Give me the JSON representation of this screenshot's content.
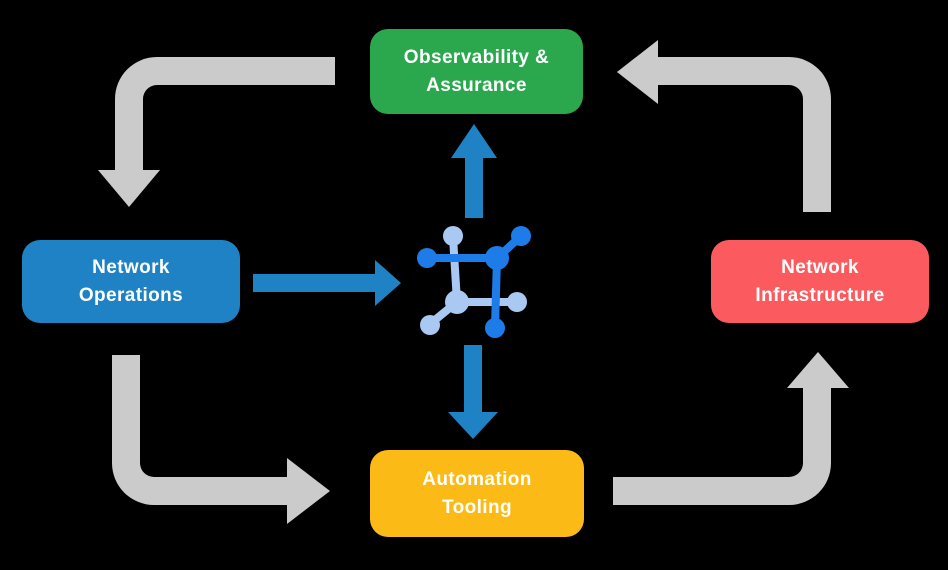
{
  "colors": {
    "background": "#000000",
    "cycle_arrow": "#CBCBCB",
    "flow_arrow": "#1E82C4",
    "icon_dark": "#1E7CE8",
    "icon_light": "#A9C9F3",
    "label_text": "#FFFFFF"
  },
  "nodes": {
    "observability": {
      "label": "Observability & Assurance",
      "line1": "Observability &",
      "line2": "Assurance",
      "color": "#2BA84E"
    },
    "operations": {
      "label": "Network Operations",
      "line1": "Network",
      "line2": "Operations",
      "color": "#1E82C4"
    },
    "infrastructure": {
      "label": "Network Infrastructure",
      "line1": "Network",
      "line2": "Infrastructure",
      "color": "#FB5B5E"
    },
    "automation": {
      "label": "Automation Tooling",
      "line1": "Automation",
      "line2": "Tooling",
      "color": "#FBBA16"
    }
  },
  "center_icon": {
    "name": "network-automation-icon"
  }
}
